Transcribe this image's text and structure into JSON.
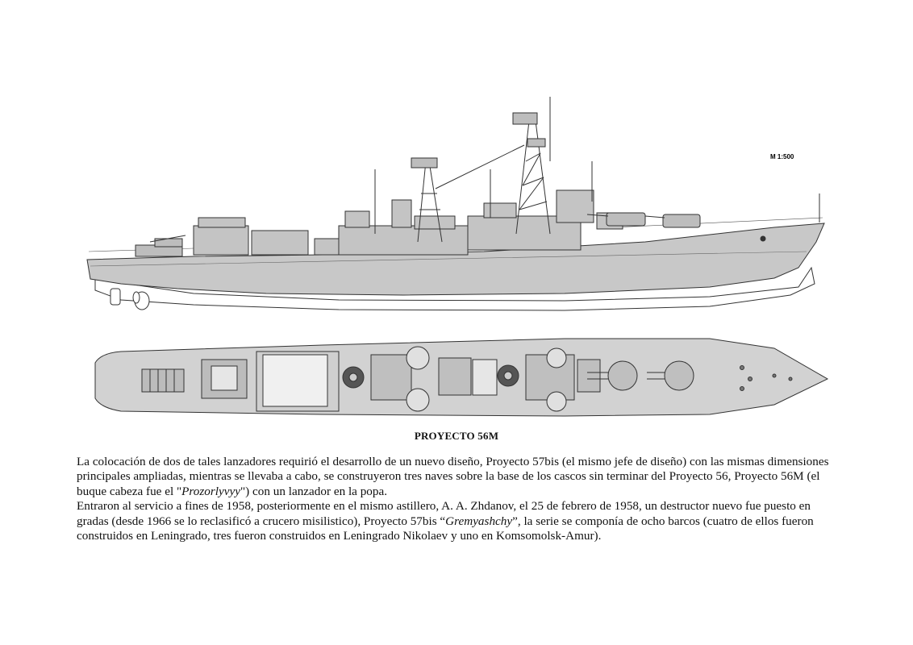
{
  "drawing": {
    "scale_label": "M 1:500"
  },
  "caption": "PROYECTO 56M",
  "paragraph1": {
    "before_em": "La colocación de dos de tales lanzadores requirió el desarrollo de un nuevo diseño, Proyecto 57bis (el mismo jefe de diseño) con las mismas dimensiones principales ampliadas, mientras se llevaba a cabo, se construyeron tres naves sobre la base de los cascos sin terminar del Proyecto 56, Proyecto 56M (el buque cabeza fue el \"",
    "em": "Prozorlyvyy",
    "after_em": "\") con un lanzador en la popa."
  },
  "paragraph2": {
    "before_em": "Entraron al servicio a fines de 1958, posteriormente en el mismo astillero, A. A. Zhdanov, el 25 de febrero de 1958, un destructor nuevo fue puesto en gradas (desde 1966 se lo reclasificó a crucero misilistico), Proyecto 57bis “",
    "em": "Gremyashchy",
    "after_em": "”, la serie se componía de ocho barcos (cuatro de ellos fueron construidos en Leningrado, tres fueron construidos en Leningrado Nikolaev y uno en Komsomolsk-Amur)."
  }
}
